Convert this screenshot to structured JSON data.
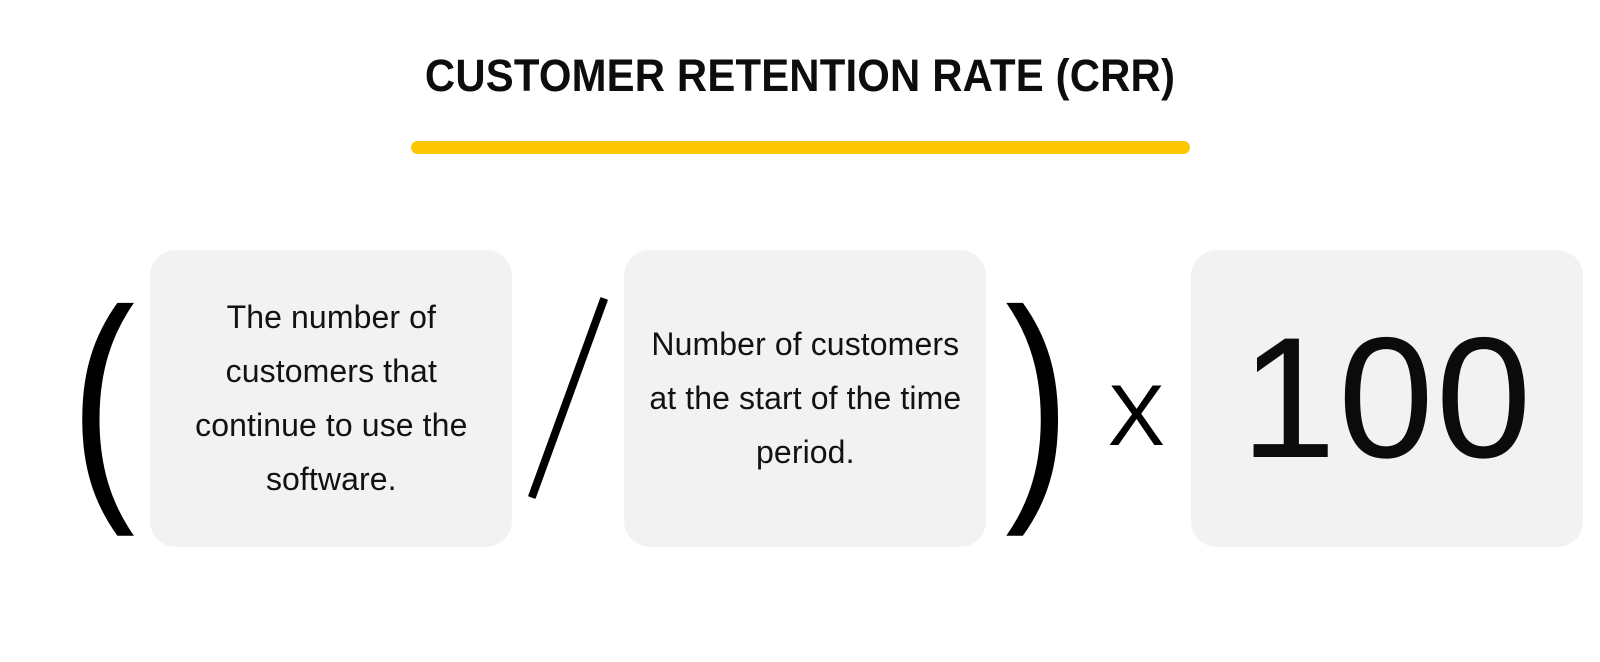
{
  "header": {
    "title": "CUSTOMER RETENTION RATE (CRR)",
    "underline_color": "#fdc700"
  },
  "formula": {
    "open_paren": "(",
    "close_paren": ")",
    "divide_symbol": "/",
    "multiply_symbol": "X",
    "numerator": {
      "text": "The number of customers that continue to use the software."
    },
    "denominator": {
      "text": "Number of customers at the start of the time period."
    },
    "multiplier": {
      "value": "100"
    },
    "box_color": "#f2f2f2",
    "text_color": "#121212"
  }
}
